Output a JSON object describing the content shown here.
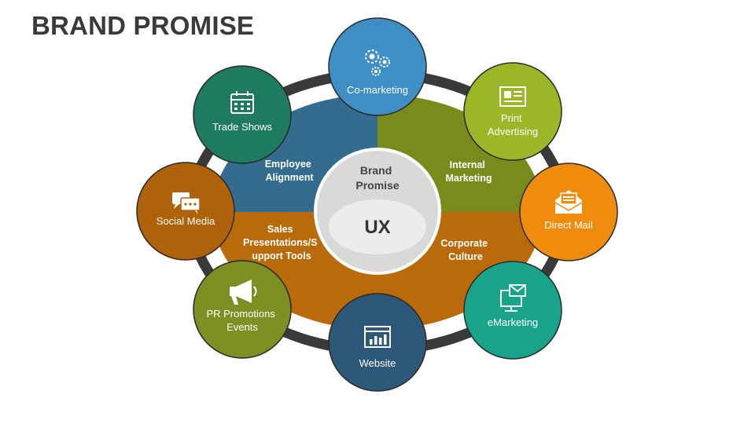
{
  "title": "BRAND PROMISE",
  "center": {
    "top": "Brand",
    "bottom": "Promise",
    "core": "UX"
  },
  "quadrants": {
    "top_left": {
      "line1": "Employee",
      "line2": "Alignment",
      "color": "#336c8f"
    },
    "top_right": {
      "line1": "Internal",
      "line2": "Marketing",
      "color": "#7a8a1c"
    },
    "bottom_left": {
      "line1": "Sales",
      "line2": "Presentations/S",
      "line3": "upport Tools",
      "color": "#b96a0a"
    },
    "bottom_right": {
      "line1": "Corporate",
      "line2": "Culture",
      "color": "#b96a0a"
    }
  },
  "nodes": {
    "co_marketing": {
      "label": "Co-marketing",
      "icon": "gears-icon",
      "color": "#3f8fc6"
    },
    "print_advertising": {
      "line1": "Print",
      "line2": "Advertising",
      "icon": "newspaper-icon",
      "color": "#9bb728"
    },
    "direct_mail": {
      "label": "Direct Mail",
      "icon": "open-envelope-icon",
      "color": "#f08c0d"
    },
    "emarketing": {
      "label": "eMarketing",
      "icon": "monitor-mail-icon",
      "color": "#19a38a"
    },
    "website": {
      "label": "Website",
      "icon": "browser-chart-icon",
      "color": "#2e5878"
    },
    "pr_promotions": {
      "line1": "PR Promotions",
      "line2": "Events",
      "icon": "megaphone-icon",
      "color": "#7e8f23"
    },
    "social_media": {
      "label": "Social Media",
      "icon": "chat-bubbles-icon",
      "color": "#b0620a"
    },
    "trade_shows": {
      "label": "Trade Shows",
      "icon": "calendar-icon",
      "color": "#1f7a62"
    }
  },
  "colors": {
    "ring": "#3a3a3a",
    "center_fill": "#d9d9d9",
    "core_fill": "#ececec"
  }
}
